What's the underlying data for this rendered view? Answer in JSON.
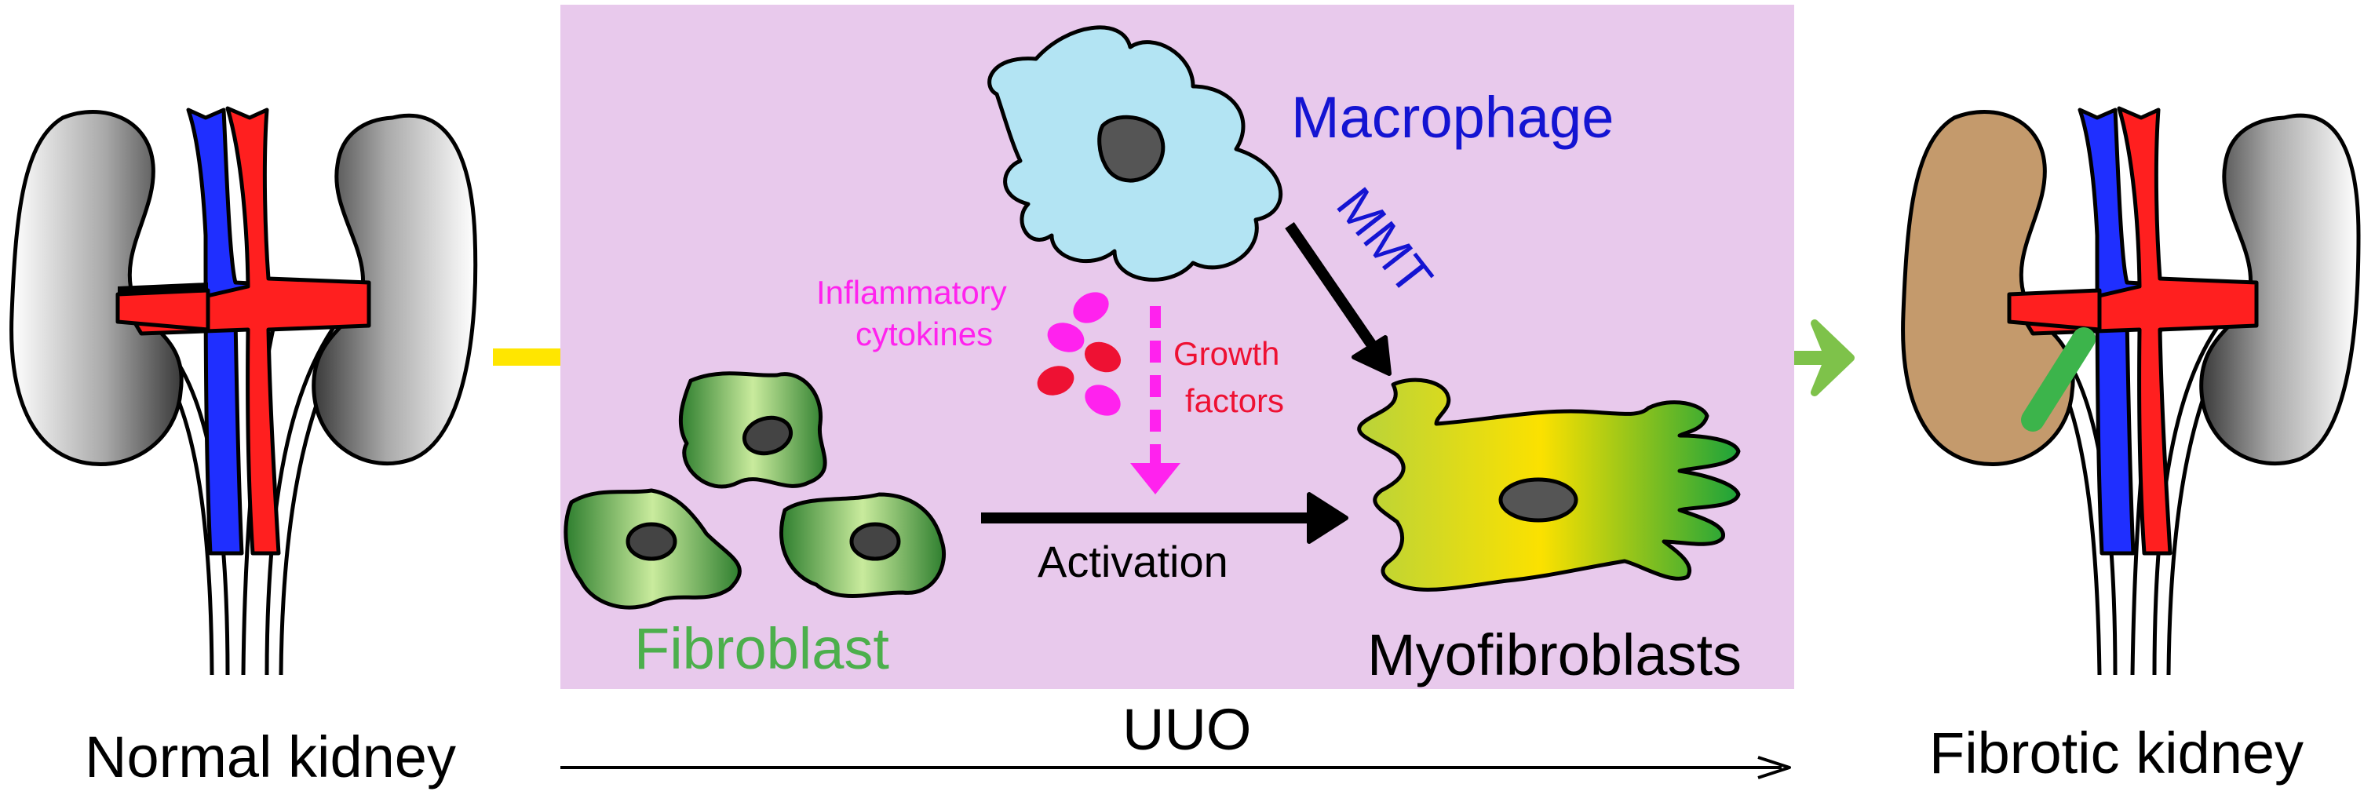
{
  "labels": {
    "normal_kidney": "Normal kidney",
    "fibrotic_kidney": "Fibrotic kidney",
    "uuo": "UUO",
    "macrophage": "Macrophage",
    "mmt": "MMT",
    "inflammatory_line1": "Inflammatory",
    "inflammatory_line2": "cytokines",
    "growth_line1": "Growth",
    "growth_line2": "factors",
    "activation": "Activation",
    "fibroblast": "Fibroblast",
    "myofibroblasts": "Myofibroblasts"
  },
  "colors": {
    "panel_background": "#e8c9ec",
    "macrophage_fill": "#b3e4f3",
    "macrophage_text": "#1414d2",
    "cytokine_magenta": "#ff22ee",
    "growth_factor_red": "#ee1133",
    "fibroblast_green": "#4caf4c",
    "myofibroblast_yellow": "#f5dc00",
    "kidney_gray": "#7f7f7f",
    "fibrotic_kidney_brown": "#c49a6c",
    "artery_red": "#ff1f1f",
    "vein_blue": "#1f2fff",
    "transition_yellow": "#ffe600",
    "transition_green": "#7ec24a"
  }
}
